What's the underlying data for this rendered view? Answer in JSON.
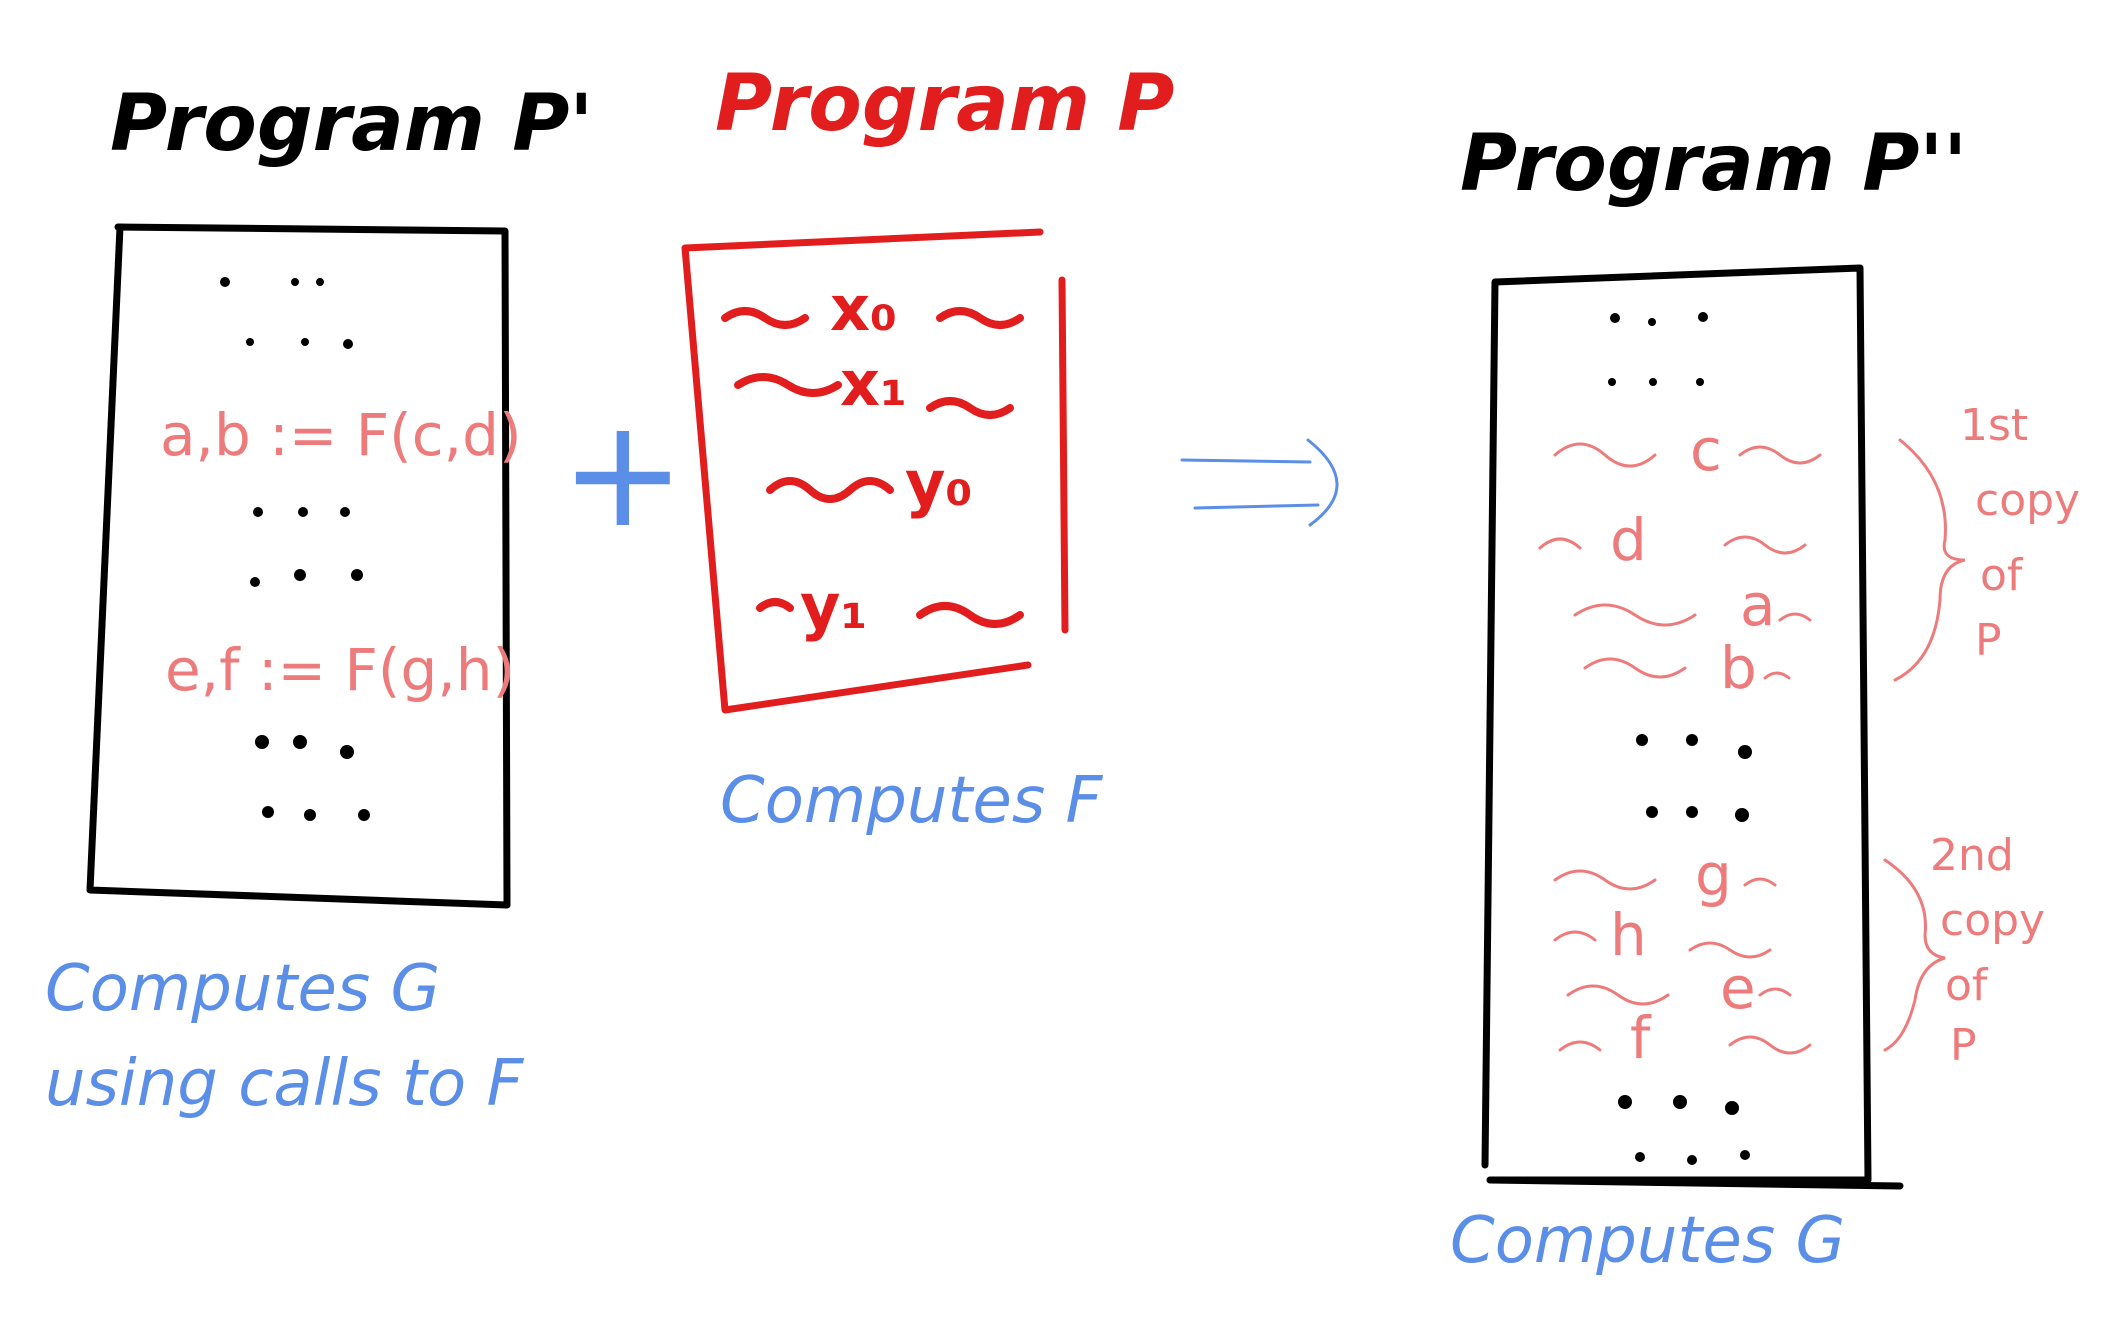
{
  "program_p_prime": {
    "title": "Program P'",
    "lines": [
      "a,b := F(c,d)",
      "e,f := F(g,h)"
    ],
    "caption_line1": "Computes G",
    "caption_line2": "using calls to F"
  },
  "program_p": {
    "title": "Program P",
    "vars": [
      "x₀",
      "x₁",
      "y₀",
      "y₁"
    ],
    "caption": "Computes F"
  },
  "program_p_double_prime": {
    "title": "Program P''",
    "copy1_vars": [
      "c",
      "d",
      "a",
      "b"
    ],
    "copy2_vars": [
      "g",
      "h",
      "e",
      "f"
    ],
    "copy1_label": [
      "1st",
      "copy",
      "of",
      "P"
    ],
    "copy2_label": [
      "2nd",
      "copy",
      "of",
      "P"
    ],
    "caption": "Computes G"
  },
  "operators": {
    "plus": "+",
    "implies": "⇒"
  },
  "colors": {
    "black": "#000000",
    "red": "#e11d1d",
    "pink": "#ee7b7b",
    "blue": "#5b8ee6"
  }
}
